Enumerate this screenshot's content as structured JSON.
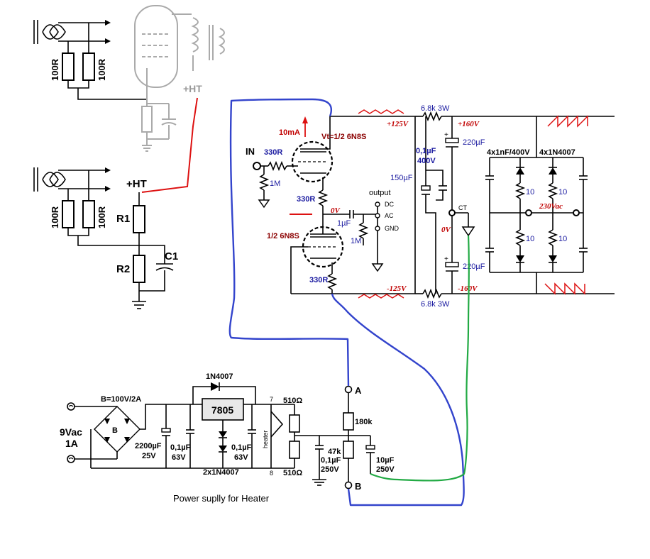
{
  "left_top": {
    "r1": "100R",
    "r2": "100R",
    "ht": "+HT"
  },
  "left_bottom": {
    "r1": "100R",
    "r2": "100R",
    "ht": "+HT",
    "R1": "R1",
    "R2": "R2",
    "C1": "C1"
  },
  "tube_stage": {
    "current": "10mA",
    "vt": "Vt=1/2 6N8S",
    "in": "IN",
    "r_grid_top": "330R",
    "r_1m_left": "1M",
    "r_mid": "330R",
    "tube_bottom": "1/2 6N8S",
    "r_bottom": "330R",
    "zero_v": "0V",
    "cap_out": "1µF",
    "r_1m_out": "1M",
    "output": "output",
    "out_dc": "DC",
    "out_ac": "AC",
    "out_gnd": "GND",
    "v_pos125": "+125V",
    "v_neg125": "-125V"
  },
  "supply": {
    "r_top": "6.8k 3W",
    "r_bottom": "6.8k 3W",
    "c_mid_val": "0,1µF",
    "c_mid_volt": "400V",
    "c_150": "150µF",
    "v_pos160": "+160V",
    "v_neg160": "-160V",
    "c_220_top": "220µF",
    "c_220_bottom": "220µF",
    "ct": "CT",
    "zero_v": "0V",
    "caps_label": "4x1nF/400V",
    "diodes_label": "4x1N4007",
    "r10_a": "10",
    "r10_b": "10",
    "r10_c": "10",
    "r10_d": "10",
    "vac": "230Vac"
  },
  "heater": {
    "b_label": "B=100V/2A",
    "b_letter": "B",
    "vac": "9Vac",
    "amp": "1A",
    "c1_val": "2200µF",
    "c1_volt": "25V",
    "c2_val": "0,1µF",
    "c2_volt": "63V",
    "diode_top": "1N4007",
    "reg": "7805",
    "c3_val": "0,1µF",
    "c3_volt": "63V",
    "diodes": "2x1N4007",
    "pin7": "7",
    "pin8": "8",
    "heater": "heater",
    "r510_top": "510Ω",
    "r510_bot": "510Ω",
    "pt_a": "A",
    "pt_b": "B",
    "r180k": "180k",
    "r47k": "47k",
    "c4_val": "0,1µF",
    "c4_volt": "250V",
    "c5_val": "10µF",
    "c5_volt": "250V",
    "caption": "Power suplly for Heater"
  },
  "colors": {
    "blue_wire": "#3344cc",
    "green_wire": "#22aa44",
    "red_wire": "#dd1111"
  }
}
